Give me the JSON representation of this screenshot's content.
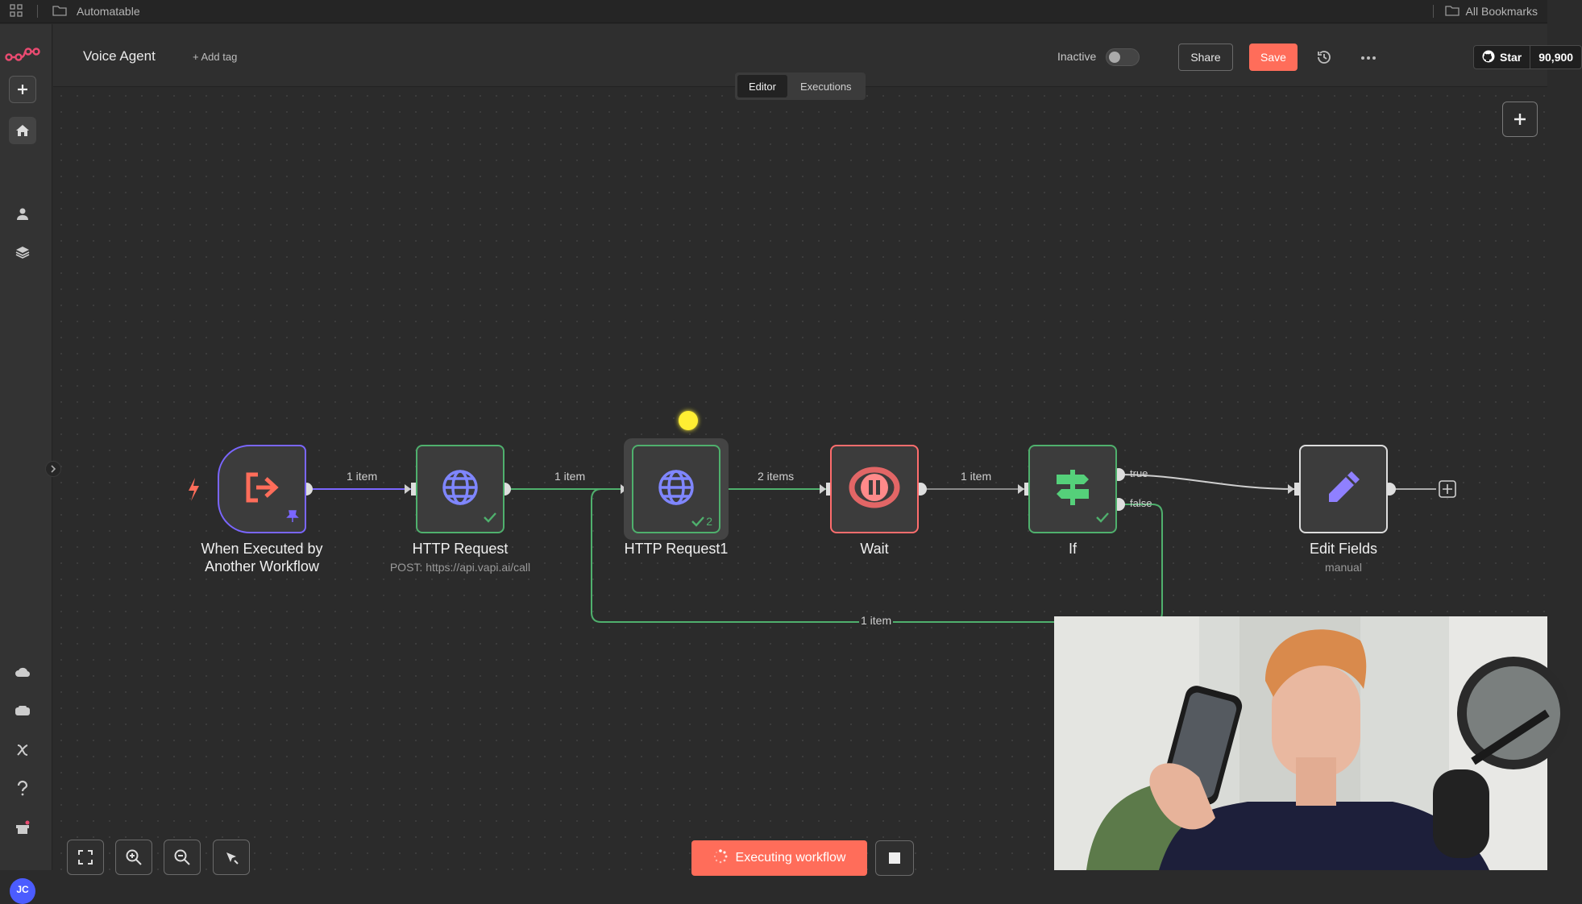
{
  "bookmarks": {
    "folder_label": "Automatable",
    "all_bookmarks_label": "All Bookmarks"
  },
  "header": {
    "workflow_name": "Voice Agent",
    "add_tag_label": "+ Add tag",
    "active_state_label": "Inactive",
    "share_label": "Share",
    "save_label": "Save",
    "github_star_label": "Star",
    "github_star_count": "90,900"
  },
  "tabs": [
    {
      "label": "Editor",
      "active": true
    },
    {
      "label": "Executions",
      "active": false
    }
  ],
  "nodes": [
    {
      "label": "When Executed by Another Workflow",
      "label_line1": "When Executed by",
      "label_line2": "Another Workflow",
      "icon": "exit-arrow-icon",
      "color": "#7a66ff"
    },
    {
      "label": "HTTP Request",
      "subtitle": "POST: https://api.vapi.ai/call",
      "icon": "globe-icon",
      "color": "#4fb06d"
    },
    {
      "label": "HTTP Request1",
      "icon": "globe-icon",
      "run_count": "2",
      "color": "#4fb06d"
    },
    {
      "label": "Wait",
      "icon": "pause-icon",
      "color": "#ff6d6d"
    },
    {
      "label": "If",
      "icon": "signpost-icon",
      "color": "#4fb06d"
    },
    {
      "label": "Edit Fields",
      "subtitle": "manual",
      "icon": "pencil-icon",
      "color": "#dddddd"
    }
  ],
  "connections": {
    "c1": "1 item",
    "c2": "1 item",
    "c3": "2 items",
    "c4": "1 item",
    "if_true": "true",
    "if_false": "false",
    "loop": "1 item"
  },
  "footer": {
    "executing_label": "Executing workflow"
  },
  "user": {
    "initials": "JC"
  },
  "colors": {
    "accent": "#ff6d5a",
    "success": "#4fb06d",
    "trigger": "#7a66ff",
    "wait": "#ff6d6d"
  }
}
